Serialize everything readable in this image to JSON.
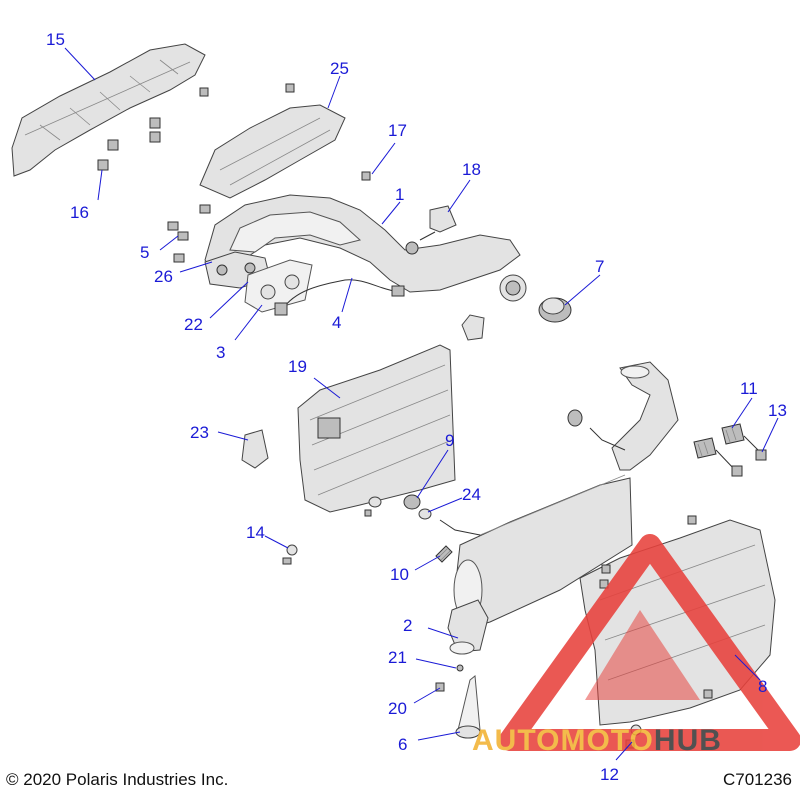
{
  "callouts": [
    {
      "id": "1",
      "label": "1"
    },
    {
      "id": "2",
      "label": "2"
    },
    {
      "id": "3",
      "label": "3"
    },
    {
      "id": "4",
      "label": "4"
    },
    {
      "id": "5",
      "label": "5"
    },
    {
      "id": "6",
      "label": "6"
    },
    {
      "id": "7",
      "label": "7"
    },
    {
      "id": "8",
      "label": "8"
    },
    {
      "id": "9",
      "label": "9"
    },
    {
      "id": "10",
      "label": "10"
    },
    {
      "id": "11",
      "label": "11"
    },
    {
      "id": "12",
      "label": "12"
    },
    {
      "id": "13",
      "label": "13"
    },
    {
      "id": "14",
      "label": "14"
    },
    {
      "id": "15",
      "label": "15"
    },
    {
      "id": "16",
      "label": "16"
    },
    {
      "id": "17",
      "label": "17"
    },
    {
      "id": "18",
      "label": "18"
    },
    {
      "id": "19",
      "label": "19"
    },
    {
      "id": "20",
      "label": "20"
    },
    {
      "id": "21",
      "label": "21"
    },
    {
      "id": "22",
      "label": "22"
    },
    {
      "id": "23",
      "label": "23"
    },
    {
      "id": "24",
      "label": "24"
    },
    {
      "id": "25",
      "label": "25"
    },
    {
      "id": "26",
      "label": "26"
    }
  ],
  "footer": {
    "copyright": "© 2020 Polaris Industries Inc.",
    "code": "C701236"
  },
  "watermark": {
    "text_part1": "AUTOMOTO",
    "text_part2": "HUB",
    "color_primary": "#e8413c",
    "color_secondary": "#f2b233",
    "color_tertiary": "#3a3a3a"
  },
  "colors": {
    "callout": "#1a1ad6"
  }
}
